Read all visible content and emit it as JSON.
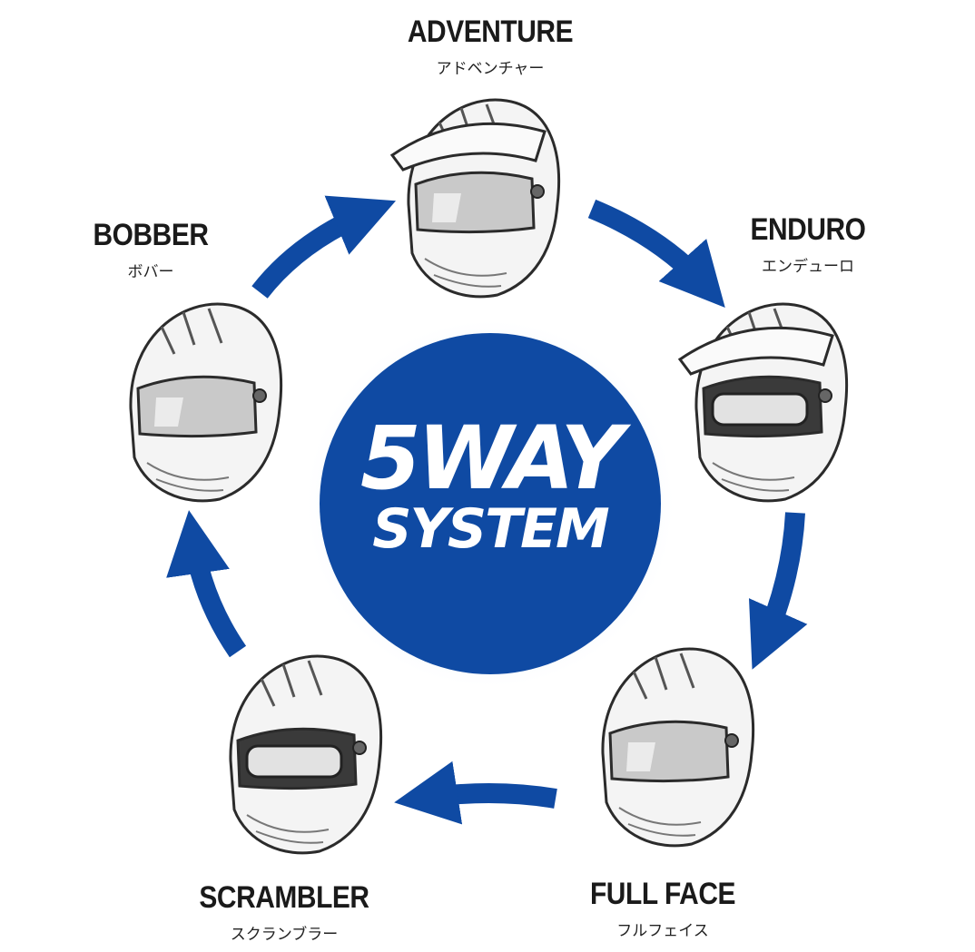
{
  "center": {
    "line1": "5WAY",
    "line2": "SYSTEM",
    "color": "#0f4aa3"
  },
  "arrow_color": "#0f4aa3",
  "modes": [
    {
      "id": "adventure",
      "en": "ADVENTURE",
      "jp": "アドベンチャー",
      "visor": true,
      "goggle": false
    },
    {
      "id": "enduro",
      "en": "ENDURO",
      "jp": "エンデューロ",
      "visor": true,
      "goggle": true
    },
    {
      "id": "full-face",
      "en": "FULL FACE",
      "jp": "フルフェイス",
      "visor": false,
      "goggle": false
    },
    {
      "id": "scrambler",
      "en": "SCRAMBLER",
      "jp": "スクランブラー",
      "visor": false,
      "goggle": true
    },
    {
      "id": "bobber",
      "en": "BOBBER",
      "jp": "ボバー",
      "visor": false,
      "goggle": false
    }
  ]
}
